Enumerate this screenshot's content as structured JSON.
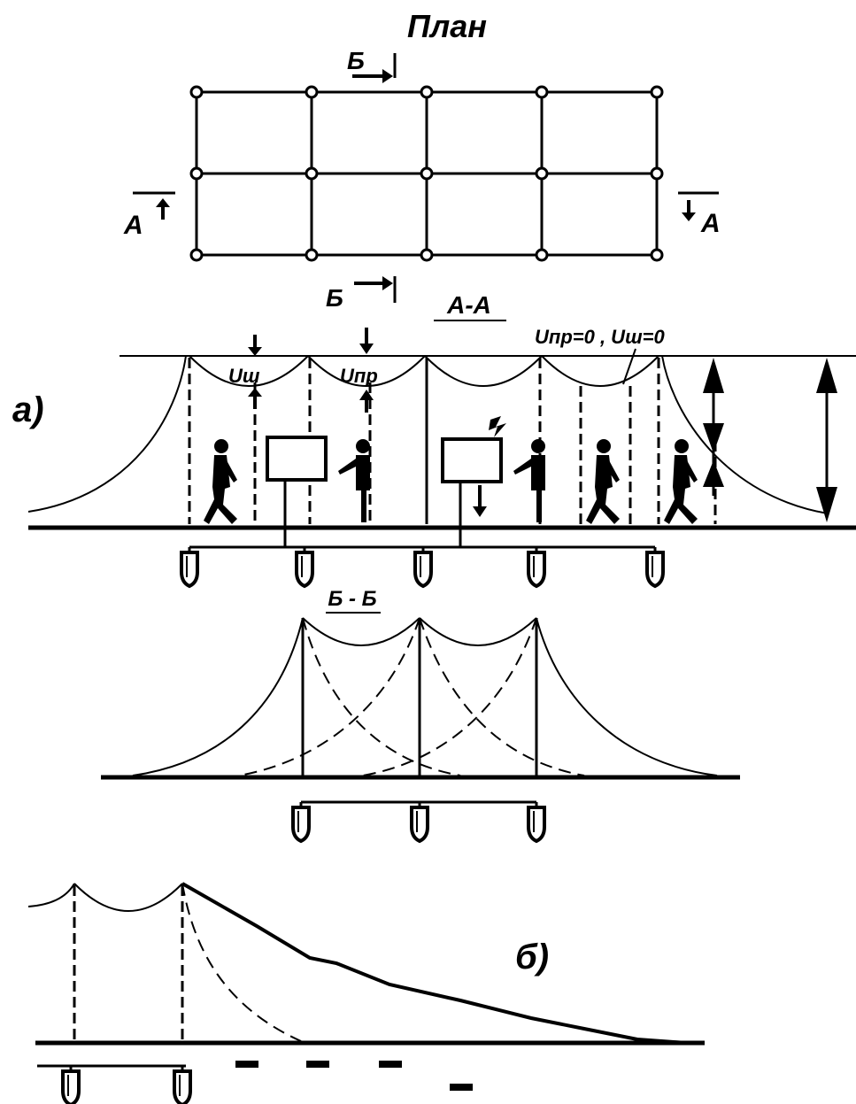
{
  "title": "План",
  "plan": {
    "label_b_top": "Б",
    "label_b_bottom": "Б",
    "label_a_left": "А",
    "label_a_right": "А"
  },
  "section_aa": {
    "title": "А-А",
    "panel_label": "а)",
    "u_step": "Uш",
    "u_touch": "Uпр",
    "u_zero_note": "Uпр=0 , Uш=0"
  },
  "section_bb": {
    "title": "Б - Б"
  },
  "section_b": {
    "panel_label": "б)"
  }
}
